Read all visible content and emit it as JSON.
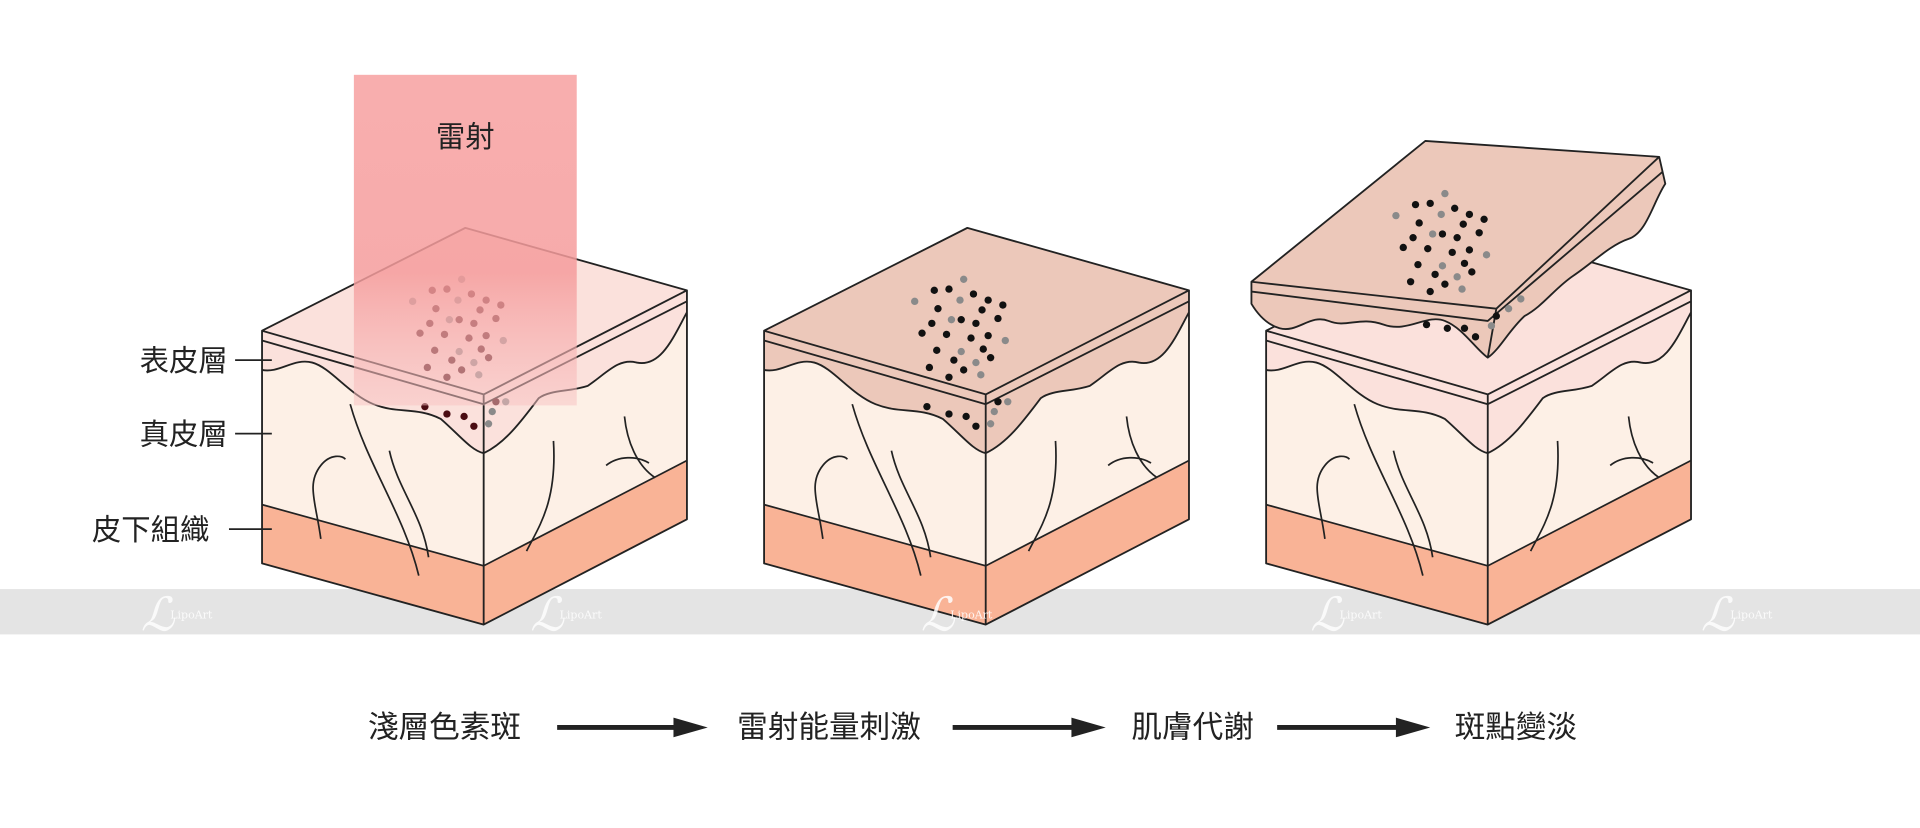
{
  "laser_label": "雷射",
  "layer_labels": {
    "epidermis": "表皮層",
    "dermis": "真皮層",
    "subcutaneous": "皮下組織"
  },
  "steps": [
    "淺層色素斑",
    "雷射能量刺激",
    "肌膚代謝",
    "斑點變淡"
  ],
  "watermark": "LipoArt",
  "colors": {
    "laser": "#f7a0a0",
    "epidermis_light": "#fbe1dc",
    "epidermis_brown": "#ecc8ba",
    "dermis": "#fdf0e6",
    "subcutaneous": "#f9b396",
    "pigment_dark_red": "#4a0c12",
    "pigment_black": "#111111",
    "pigment_gray": "#8a8a8a",
    "band": "#e4e4e4"
  }
}
